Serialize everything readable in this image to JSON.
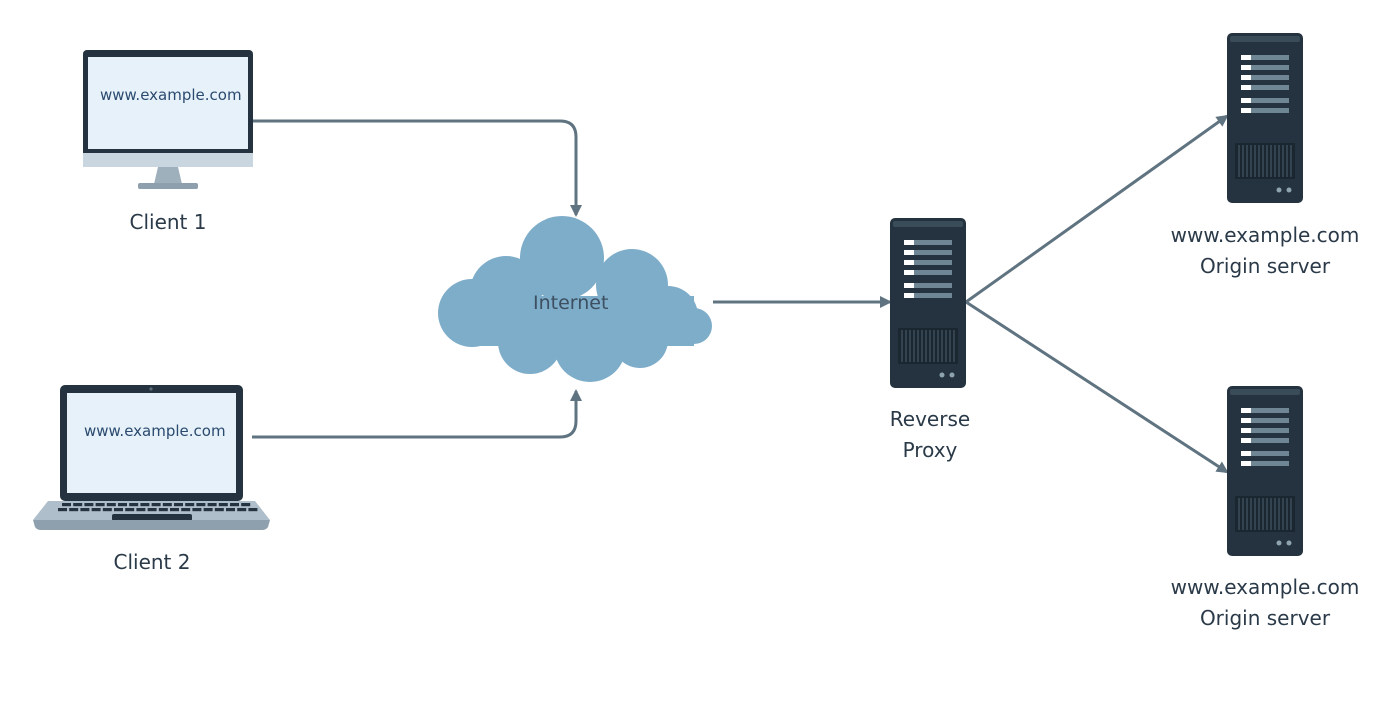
{
  "nodes": {
    "client1": {
      "label": "Client 1",
      "screen_text": "www.example.com"
    },
    "client2": {
      "label": "Client 2",
      "screen_text": "www.example.com"
    },
    "internet": {
      "label": "Internet"
    },
    "proxy": {
      "label_line1": "Reverse",
      "label_line2": "Proxy"
    },
    "origin1": {
      "label_line1": "www.example.com",
      "label_line2": "Origin server"
    },
    "origin2": {
      "label_line1": "www.example.com",
      "label_line2": "Origin server"
    }
  },
  "colors": {
    "connector": "#5f7380",
    "cloud": "#7eadca",
    "server_body": "#24333f",
    "screen": "#e6f1f9"
  }
}
